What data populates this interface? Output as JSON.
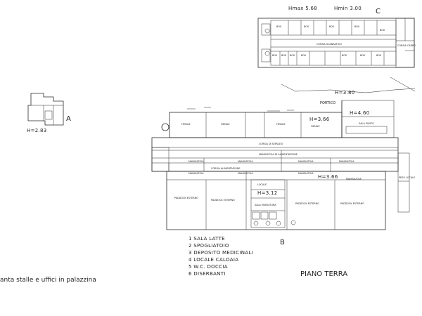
{
  "header": {
    "h_left": "Hmax 5.68",
    "h_right": "Hmin 3.00",
    "block_c": "C"
  },
  "block_c": {
    "top_rooms": [
      "BOX",
      "BOX",
      "BOX",
      "BOX",
      "BOX"
    ],
    "top_corridor": "CORSIA SCANSATOIO",
    "bottom_rooms": [
      "BOX",
      "BOX",
      "BOX",
      "BOX",
      "BOX",
      "BOX",
      "BOX"
    ],
    "bottom_corridor": "CORSIA SCANSATOIO",
    "right_room": "CORSIA\nCARRO"
  },
  "block_a": {
    "label": "A",
    "height": "H=2.83"
  },
  "block_b": {
    "label": "B",
    "heights": [
      "H=3.80",
      "H=4.60",
      "H=3.66",
      "H=3.66",
      "H=3.12"
    ],
    "portico": "PORTICO",
    "rooms_top": [
      "FIENILE",
      "FIENILE",
      "FIENILE",
      "FIENILE"
    ],
    "rooms_misc": [
      "SALA PUNTO"
    ],
    "corridor": "CORSIA DI SERVIZIO",
    "manger_line": "MANGIATOIA DI ALIMENTAZIONE",
    "mangers": [
      "MANGIATOIA",
      "MANGIATOIA",
      "MANGIATOIA",
      "MANGIATOIA",
      "MANGIATOIA",
      "MANGIATOIA",
      "MANGIATOIA",
      "MANGIATOIA"
    ],
    "feed_corridor": "CORSIA ALIMENTAZIONE",
    "rooms_bottom": [
      "PADDOCK ESTERNO",
      "PADDOCK ESTERNO",
      "PADDOCK ESTERNO",
      "PADDOCK ESTERNO"
    ],
    "service_rooms": [
      "LOCALE",
      "SALA MUNGITURA"
    ],
    "side_room": "PESO\nLOCALE"
  },
  "legend": [
    "1  SALA LATTE",
    "2  SPOGLIATOIO",
    "3  DEPOSITO MEDICINALI",
    "4  LOCALE CALDAIA",
    "5  W.C. DOCCIA",
    "6  DISERBANTI"
  ],
  "floor_label": "PIANO TERRA",
  "caption": "anta stalle e uffici in palazzina"
}
